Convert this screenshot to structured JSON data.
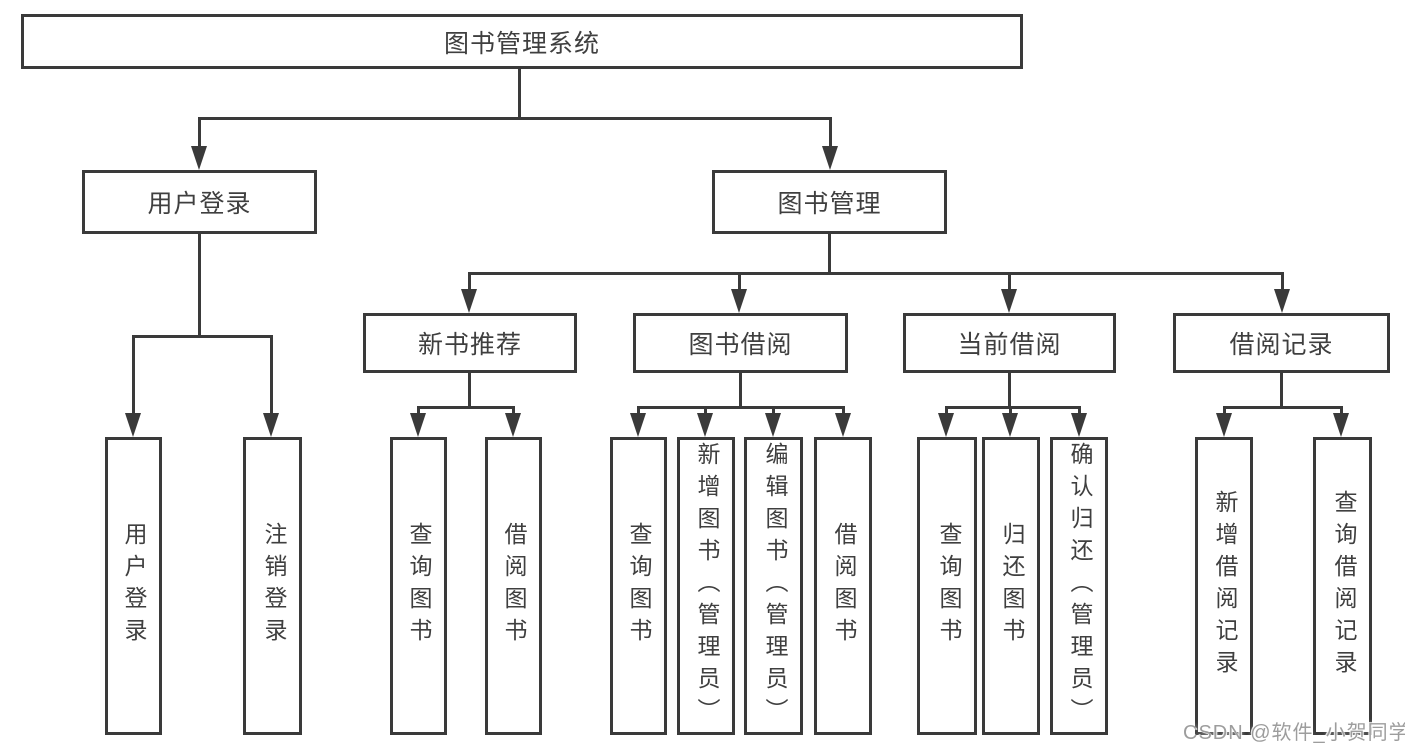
{
  "tree": {
    "root": "图书管理系统",
    "children": [
      {
        "label": "用户登录",
        "children": [
          "用户登录",
          "注销登录"
        ]
      },
      {
        "label": "图书管理",
        "children": [
          {
            "label": "新书推荐",
            "children": [
              "查询图书",
              "借阅图书"
            ]
          },
          {
            "label": "图书借阅",
            "children": [
              "查询图书",
              "新增图书（管理员）",
              "编辑图书（管理员）",
              "借阅图书"
            ]
          },
          {
            "label": "当前借阅",
            "children": [
              "查询图书",
              "归还图书",
              "确认归还（管理员）"
            ]
          },
          {
            "label": "借阅记录",
            "children": [
              "新增借阅记录",
              "查询借阅记录"
            ]
          }
        ]
      }
    ]
  },
  "watermark": {
    "text": "CSDN @软件_小贺同学"
  },
  "colors": {
    "line": "#3a3a3a",
    "text": "#3f3f3f",
    "watermark": "#9d9d9d",
    "background": "#ffffff"
  }
}
